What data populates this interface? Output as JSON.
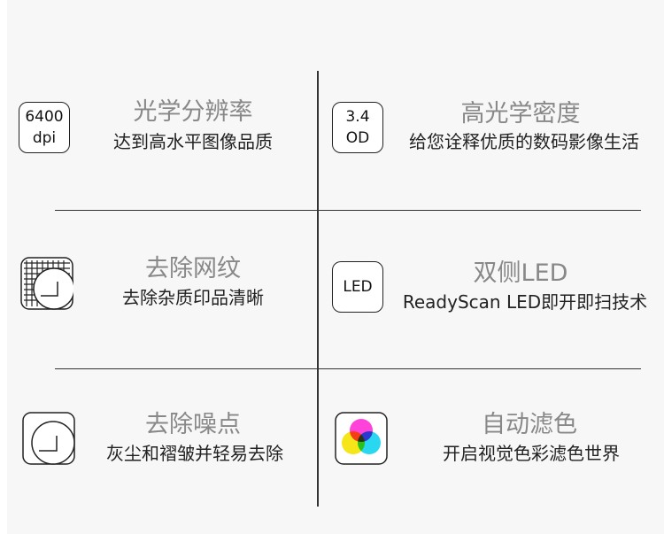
{
  "features": [
    {
      "icon": "optical-resolution-icon",
      "icon_text_top": "6400",
      "icon_text_bottom": "dpi",
      "title": "光学分辨率",
      "subtitle": "达到高水平图像品质"
    },
    {
      "icon": "optical-density-icon",
      "icon_text_top": "3.4",
      "icon_text_bottom": "OD",
      "title": "高光学密度",
      "subtitle": "给您诠释优质的数码影像生活"
    },
    {
      "icon": "descreen-icon",
      "title": "去除网纹",
      "subtitle": "去除杂质印品清晰"
    },
    {
      "icon": "led-icon",
      "icon_text": "LED",
      "title": "双侧LED",
      "subtitle": "ReadyScan LED即开即扫技术"
    },
    {
      "icon": "noise-removal-icon",
      "title": "去除噪点",
      "subtitle": "灰尘和褶皱并轻易去除"
    },
    {
      "icon": "auto-filter-icon",
      "title": "自动滤色",
      "subtitle": "开启视觉色彩滤色世界"
    }
  ],
  "colors": {
    "background": "#f7f7f7",
    "title": "#888888",
    "subtitle": "#222222",
    "line": "#333333",
    "filter_yellow": "#f4e300",
    "filter_magenta": "#ff2fd6",
    "filter_cyan": "#12d3f0"
  }
}
